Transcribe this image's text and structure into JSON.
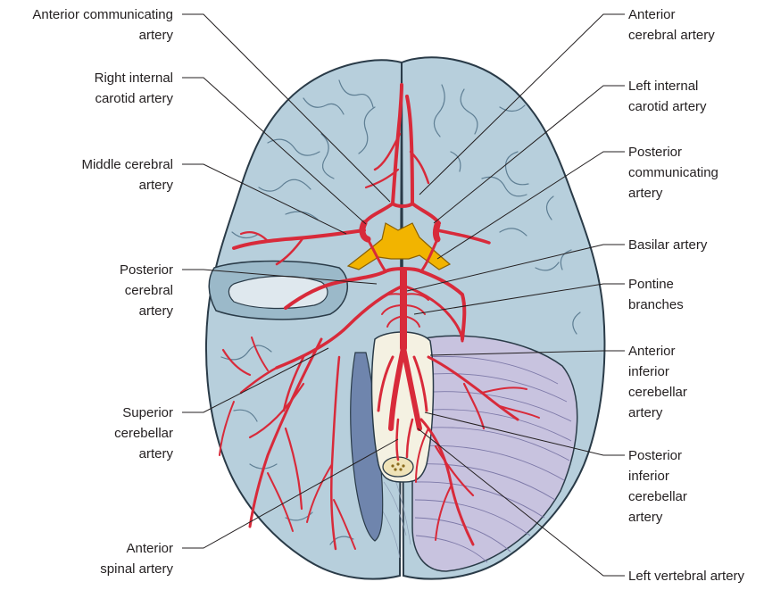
{
  "labels": {
    "anterior_communicating": "Anterior communicating\nartery",
    "right_internal_carotid": "Right internal\ncarotid artery",
    "middle_cerebral": "Middle cerebral\nartery",
    "posterior_cerebral": "Posterior\ncerebral\nartery",
    "superior_cerebellar": "Superior\ncerebellar\nartery",
    "anterior_spinal": "Anterior\nspinal artery",
    "anterior_cerebral": "Anterior\ncerebral artery",
    "left_internal_carotid": "Left internal\ncarotid artery",
    "posterior_communicating": "Posterior\ncommunicating\nartery",
    "basilar": "Basilar artery",
    "pontine_branches": "Pontine\nbranches",
    "anterior_inferior_cerebellar": "Anterior\ninferior\ncerebellar\nartery",
    "posterior_inferior_cerebellar": "Posterior\ninferior\ncerebellar\nartery",
    "left_vertebral": "Left vertebral artery"
  },
  "colors": {
    "brain_fill": "#b7cfdc",
    "brain_outline": "#2a3b48",
    "gyri": "#5f7f94",
    "artery": "#d82a3a",
    "artery_outline": "#8e1520",
    "optic_chiasm": "#f2b400",
    "cerebellum": "#c8c3df",
    "cerebellum_lines": "#7d79a8",
    "brainstem": "#f4f1e2",
    "medulla_side": "#6f85ad",
    "leader_line": "#231f20"
  }
}
